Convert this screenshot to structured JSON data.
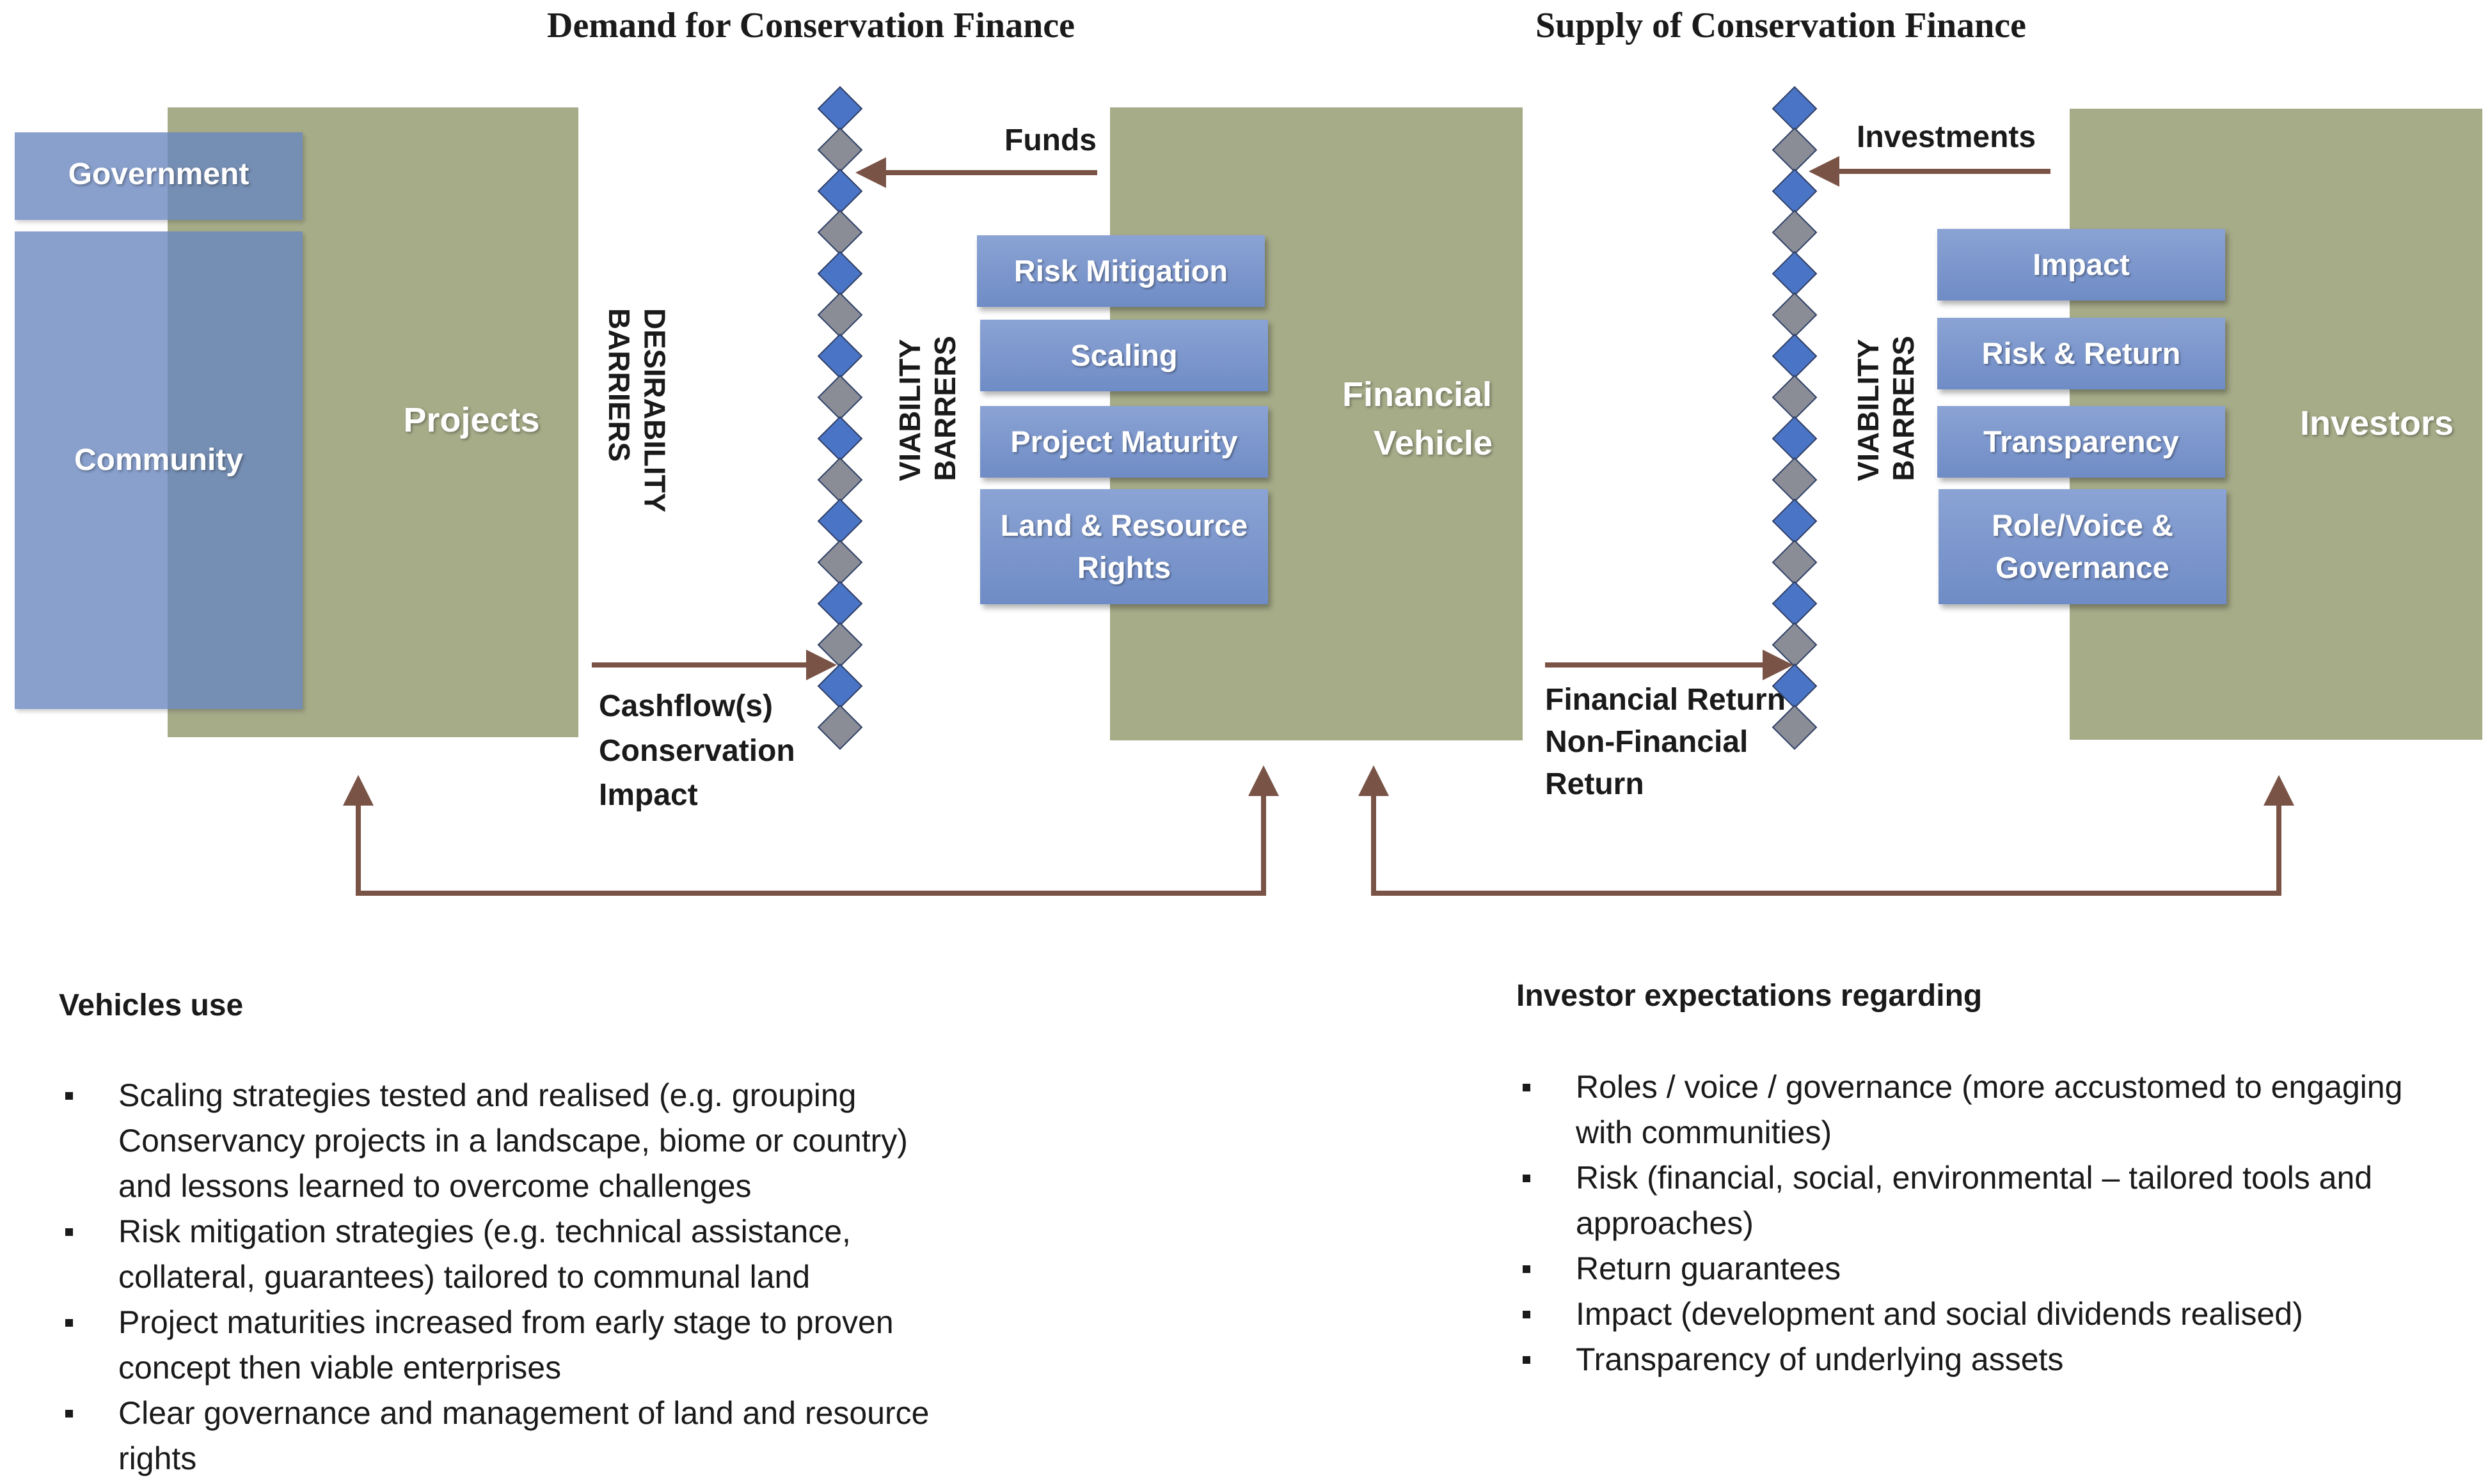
{
  "headings": {
    "demand": "Demand for Conservation Finance",
    "supply": "Supply of Conservation Finance"
  },
  "nodes": {
    "government": "Government",
    "community": "Community",
    "projects": "Projects",
    "financial_vehicle_line1": "Financial",
    "financial_vehicle_line2": "Vehicle",
    "investors": "Investors"
  },
  "barriers": {
    "desirability_line1": "DESIRABILITY",
    "desirability_line2": "BARRIERS",
    "viability_line1": "VIABILITY",
    "viability_line2": "BARRERS",
    "viability2_line1": "VIABILITY",
    "viability2_line2": "BARRERS"
  },
  "vehicle_boxes": [
    {
      "lines": [
        "Risk Mitigation"
      ]
    },
    {
      "lines": [
        "Scaling"
      ]
    },
    {
      "lines": [
        "Project Maturity"
      ]
    },
    {
      "lines": [
        "Land & Resource",
        "Rights"
      ]
    }
  ],
  "investor_boxes": [
    {
      "lines": [
        "Impact"
      ]
    },
    {
      "lines": [
        "Risk & Return"
      ]
    },
    {
      "lines": [
        "Transparency"
      ]
    },
    {
      "lines": [
        "Role/Voice &",
        "Governance"
      ]
    }
  ],
  "flows": {
    "funds": "Funds",
    "investments": "Investments",
    "cashflow_lines": [
      "Cashflow(s)",
      "Conservation",
      "Impact"
    ],
    "return_lines": [
      "Financial Return",
      "Non-Financial",
      "Return"
    ]
  },
  "vehicles_use": {
    "title": "Vehicles use",
    "items": [
      [
        "Scaling strategies tested and realised (e.g. grouping",
        "Conservancy projects in a landscape, biome or country)",
        "and lessons learned to overcome challenges"
      ],
      [
        "Risk mitigation strategies (e.g. technical assistance,",
        "collateral, guarantees) tailored to communal land"
      ],
      [
        "Project maturities increased from early stage to proven",
        "concept then viable enterprises"
      ],
      [
        "Clear governance and management of land and resource",
        "rights"
      ]
    ]
  },
  "investor_expectations": {
    "title": "Investor expectations regarding",
    "items": [
      [
        "Roles / voice / governance (more accustomed to engaging",
        "with communities)"
      ],
      [
        "Risk (financial, social, environmental – tailored tools and",
        "approaches)"
      ],
      [
        "Return guarantees"
      ],
      [
        "Impact (development and social dividends realised)"
      ],
      [
        "Transparency of underlying assets"
      ]
    ]
  },
  "colors": {
    "green_panel": "#a6ab88",
    "blue_box": "#7b95cc",
    "arrow": "#7a5347",
    "diamond_blue": "#4a74c6",
    "diamond_grey": "#8a8d96"
  }
}
